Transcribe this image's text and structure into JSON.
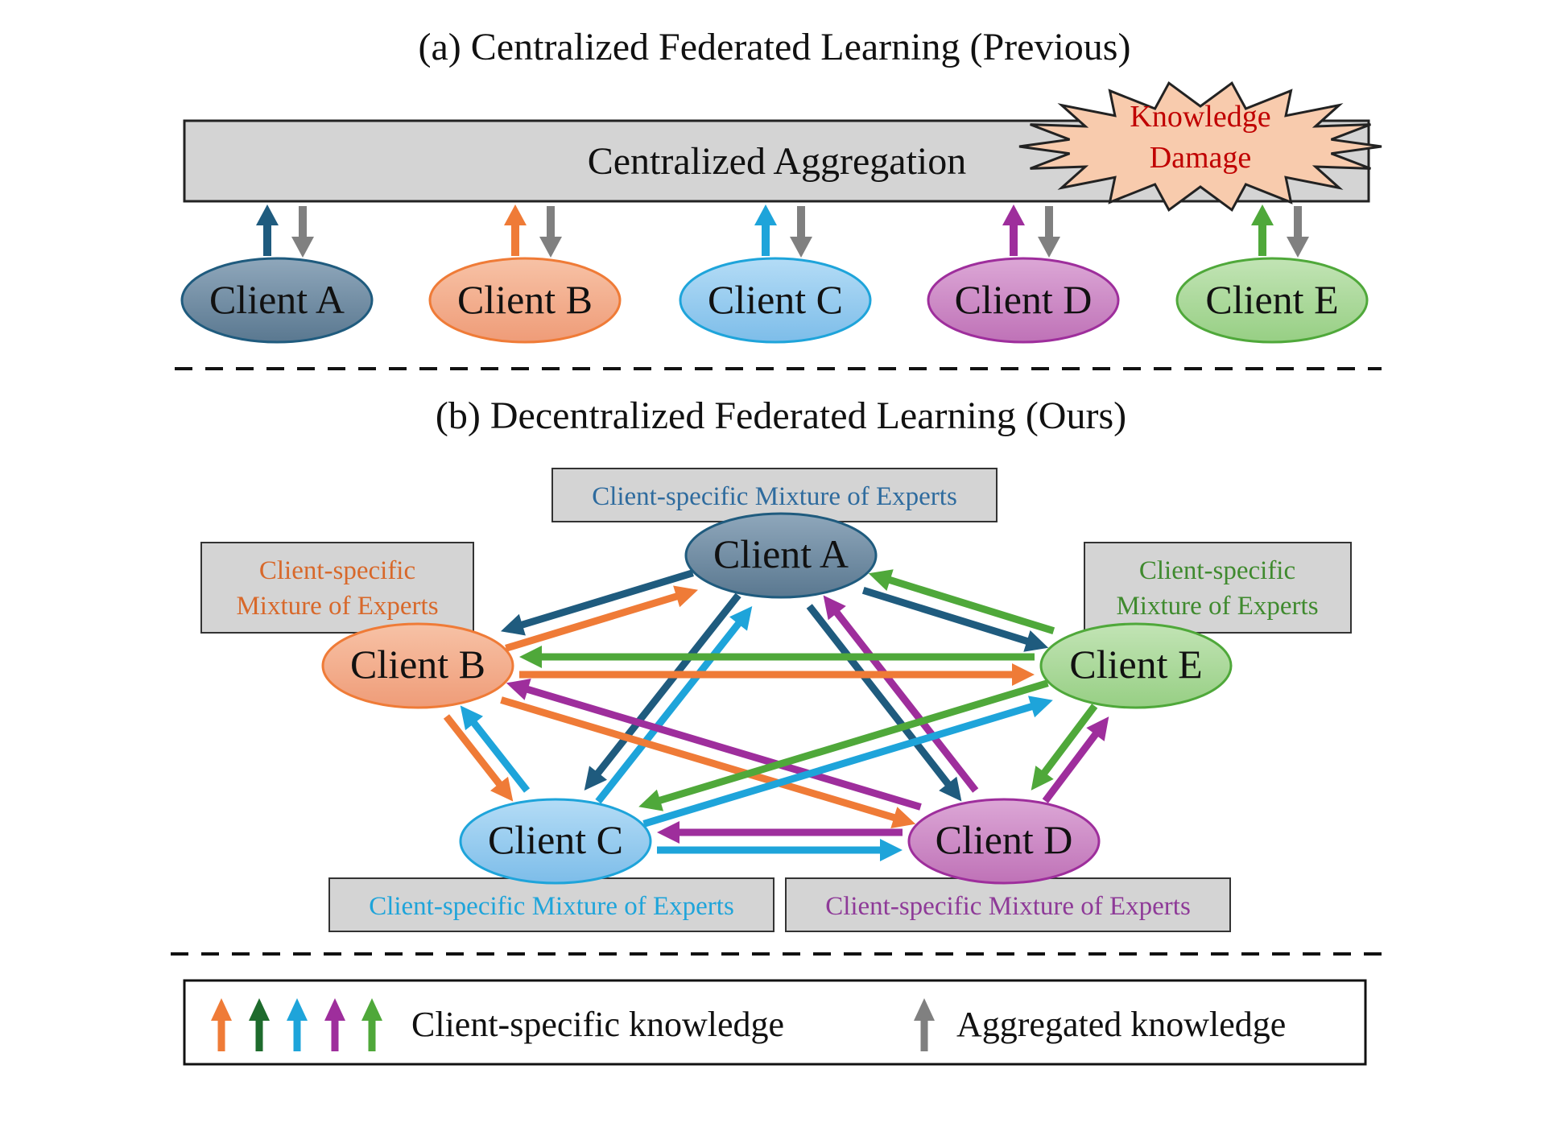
{
  "colors": {
    "client_a": "#1f5b7e",
    "client_b": "#ef7b37",
    "client_c": "#1ea4da",
    "client_d": "#9e2e9c",
    "client_e": "#4fa83a",
    "aggregated": "#808080",
    "damage_text": "#c00000",
    "box_fill": "#d4d4d4"
  },
  "panel_a": {
    "title": "(a) Centralized Federated Learning (Previous)",
    "aggregation_label": "Centralized Aggregation",
    "damage_line1": "Knowledge",
    "damage_line2": "Damage",
    "clients": [
      "Client A",
      "Client B",
      "Client C",
      "Client D",
      "Client E"
    ]
  },
  "panel_b": {
    "title": "(b) Decentralized Federated Learning (Ours)",
    "clients": {
      "a": "Client A",
      "b": "Client B",
      "c": "Client C",
      "d": "Client D",
      "e": "Client E"
    },
    "moe_a": "Client-specific Mixture of Experts",
    "moe_b_line1": "Client-specific",
    "moe_b_line2": "Mixture of Experts",
    "moe_e_line1": "Client-specific",
    "moe_e_line2": "Mixture of Experts",
    "moe_c": "Client-specific Mixture of Experts",
    "moe_d": "Client-specific Mixture of Experts"
  },
  "legend": {
    "client_specific": "Client-specific knowledge",
    "aggregated": "Aggregated knowledge"
  }
}
